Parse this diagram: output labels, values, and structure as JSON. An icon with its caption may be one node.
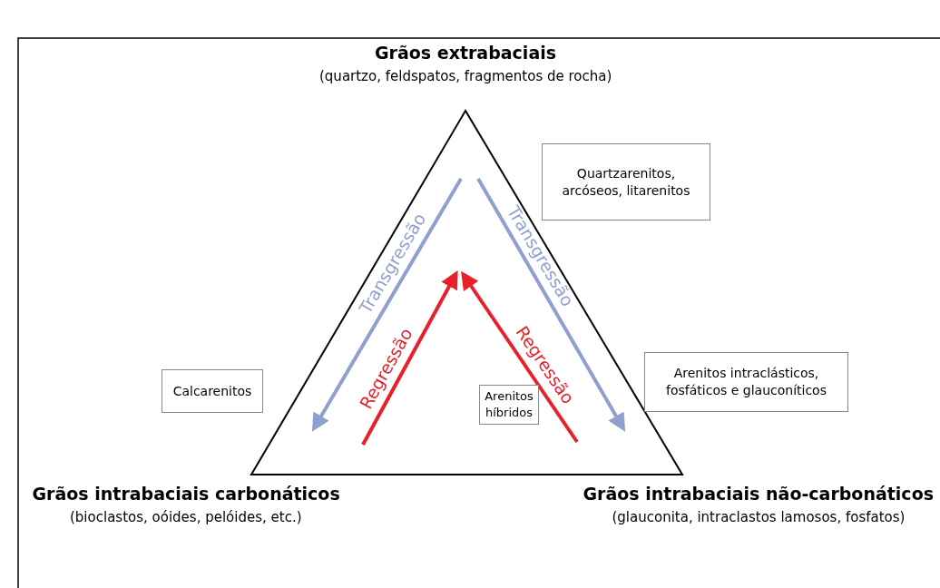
{
  "diagram": {
    "nodes": [
      {
        "text": [
          "Quartzarenitos, arcóseos, litarenitos"
        ]
      },
      {
        "text": [
          "Arenitos intraclásticos, fosfáticos e glauconíticos"
        ]
      },
      {
        "text": [
          "Calcarenitos"
        ]
      },
      {
        "text": [
          "Arenitos híbridos"
        ]
      }
    ],
    "labels": [
      "Grãos extrabaciais",
      "(quartzo, feldspatos, fragmentos de rocha)",
      "Transgressão",
      "Transgressão",
      "Regressão",
      "Regressão",
      "Grãos intrabaciais carbonáticos",
      "(bioclastos, oóides, pelóides, etc.)",
      "Grãos intrabaciais não-carbonáticos",
      "(glauconita, intraclastos lamosos, fosfatos)"
    ]
  }
}
